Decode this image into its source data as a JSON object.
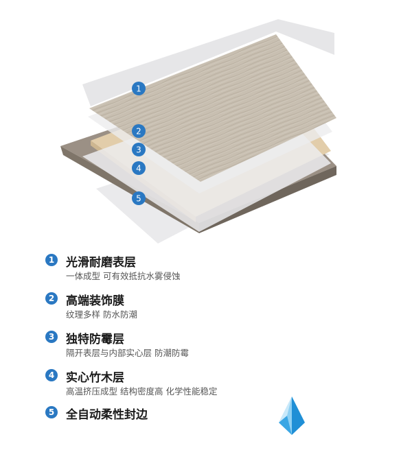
{
  "colors": {
    "badge": "#2a78c2",
    "wood_top": "#c9c0b2",
    "bamboo": "#e4d0b0",
    "base_dark": "#8f857a",
    "film": "#e8e8ea"
  },
  "diagram": {
    "markers": [
      {
        "number": "1"
      },
      {
        "number": "2"
      },
      {
        "number": "3"
      },
      {
        "number": "4"
      },
      {
        "number": "5"
      }
    ]
  },
  "legend": {
    "items": [
      {
        "number": "1",
        "title": "光滑耐磨表层",
        "desc": "一体成型 可有效抵抗水雾侵蚀"
      },
      {
        "number": "2",
        "title": "高端装饰膜",
        "desc": "纹理多样 防水防潮"
      },
      {
        "number": "3",
        "title": "独特防霉层",
        "desc": "隔开表层与内部实心层 防潮防霉"
      },
      {
        "number": "4",
        "title": "实心竹木层",
        "desc": "高温挤压成型 结构密度高 化学性能稳定"
      },
      {
        "number": "5",
        "title": "全自动柔性封边",
        "desc": ""
      }
    ]
  },
  "logo": {
    "icon": "triangle-logo-icon"
  }
}
